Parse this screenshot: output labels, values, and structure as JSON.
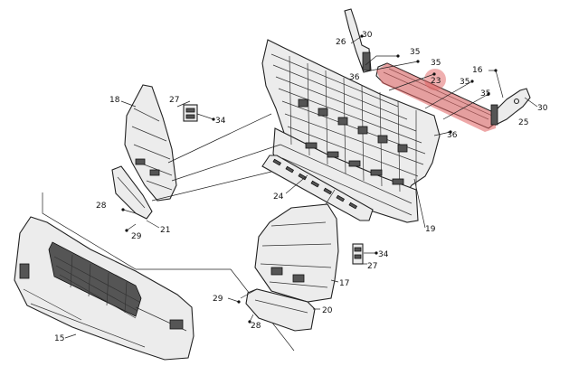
{
  "diagram": {
    "highlight_color": "#e06060",
    "callouts": [
      "26",
      "30",
      "35",
      "35",
      "16",
      "23",
      "35",
      "35",
      "30",
      "36",
      "25",
      "36",
      "18",
      "27",
      "34",
      "28",
      "21",
      "29",
      "24",
      "19",
      "34",
      "27",
      "17",
      "29",
      "28",
      "20",
      "15"
    ]
  }
}
